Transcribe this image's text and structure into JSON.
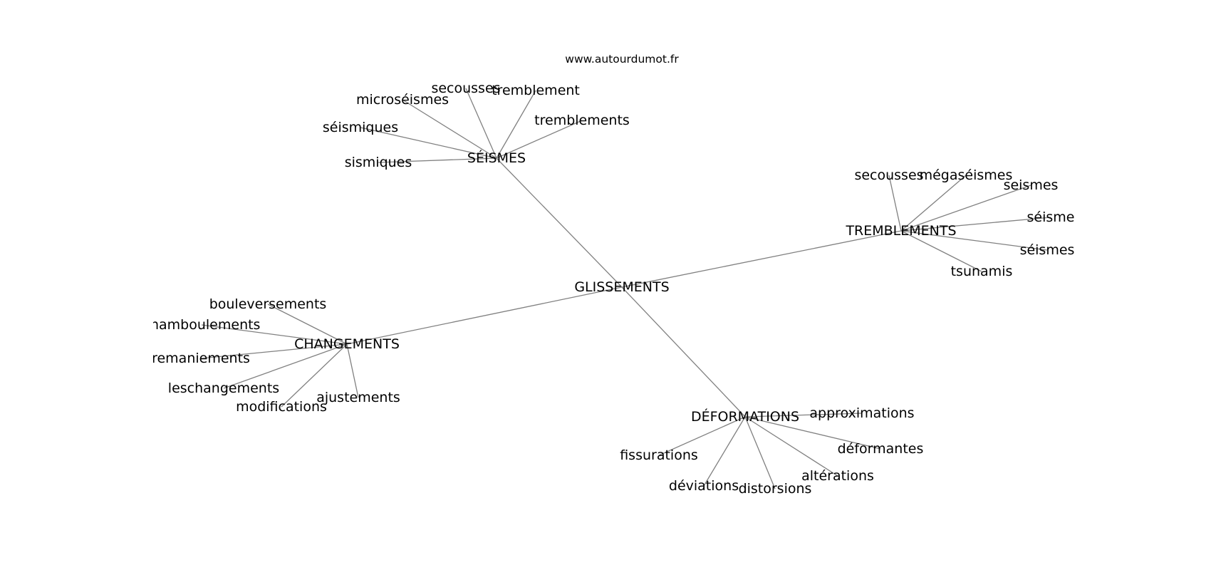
{
  "source": "www.autourdumot.fr",
  "graph": {
    "center": "GLISSEMENTS",
    "hubs": [
      {
        "label": "SÉISMES",
        "leaves": [
          "secousses",
          "tremblement",
          "microséismes",
          "tremblements",
          "séismiques",
          "sismiques"
        ]
      },
      {
        "label": "TREMBLEMENTS",
        "leaves": [
          "secousses",
          "mégaséismes",
          "seismes",
          "séisme",
          "séismes",
          "tsunamis"
        ]
      },
      {
        "label": "CHANGEMENTS",
        "leaves": [
          "bouleversements",
          "chamboulements",
          "remaniements",
          "leschangements",
          "modifications",
          "ajustements"
        ]
      },
      {
        "label": "DÉFORMATIONS",
        "leaves": [
          "approximations",
          "déformantes",
          "altérations",
          "distorsions",
          "déviations",
          "fissurations"
        ]
      }
    ]
  }
}
